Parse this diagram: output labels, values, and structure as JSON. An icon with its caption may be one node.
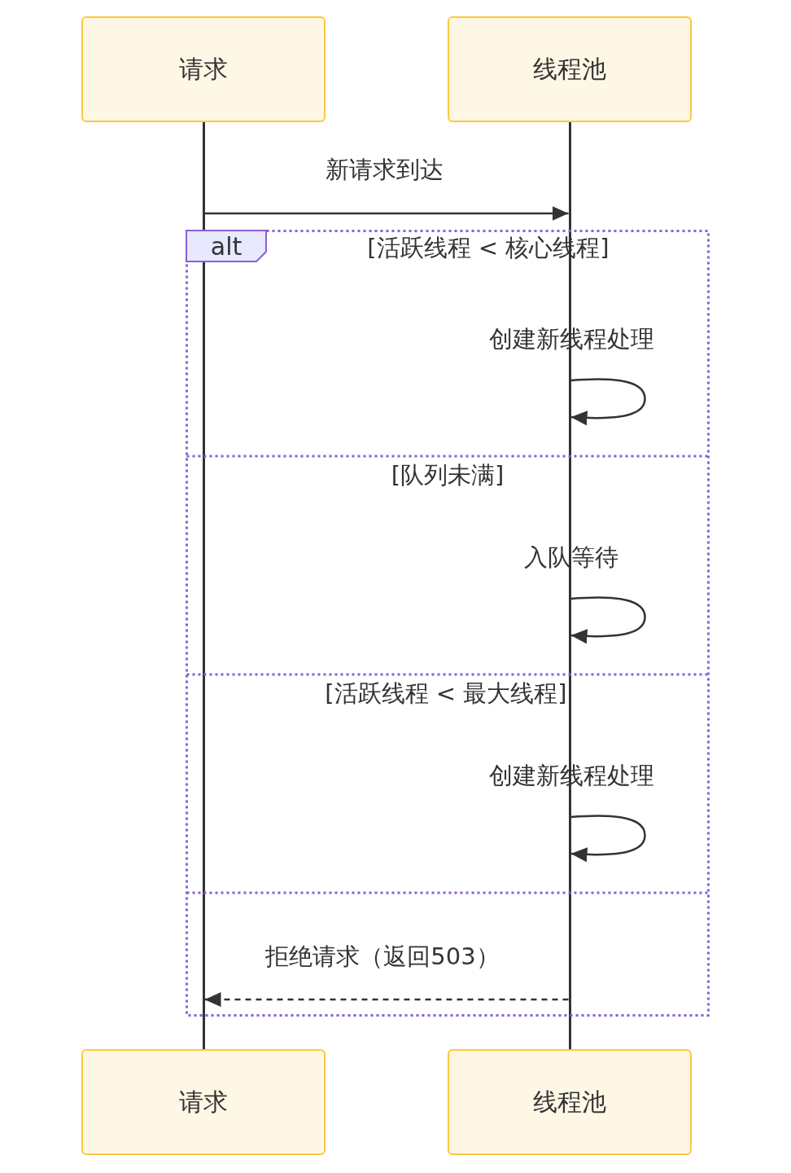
{
  "diagram": {
    "nodes": [
      {
        "text": [
          "请求"
        ]
      },
      {
        "text": [
          "线程池"
        ]
      },
      {
        "text": [],
        "shape": "line"
      },
      {
        "text": [],
        "shape": "line"
      },
      {
        "text": [
          "[活跃线程 < 核心线程]",
          "[队列未满]",
          "[活跃线程 < 最大线程]"
        ]
      },
      {
        "text": [
          "alt"
        ],
        "in": 4
      },
      {
        "text": [
          "请求"
        ]
      },
      {
        "text": [
          "线程池"
        ]
      }
    ],
    "edges": [
      {
        "from": 2,
        "to": 3,
        "arrow": "to",
        "label": "新请求到达"
      },
      {
        "from": 3,
        "to": 3,
        "arrow": "to",
        "label": "创建新线程处理"
      },
      {
        "from": 3,
        "to": 3,
        "arrow": "to",
        "label": "入队等待"
      },
      {
        "from": 3,
        "to": 3,
        "arrow": "to",
        "label": "创建新线程处理"
      },
      {
        "from": 3,
        "to": 2,
        "arrow": "to",
        "label": "拒绝请求（返回503）",
        "style": "dashed"
      }
    ]
  }
}
